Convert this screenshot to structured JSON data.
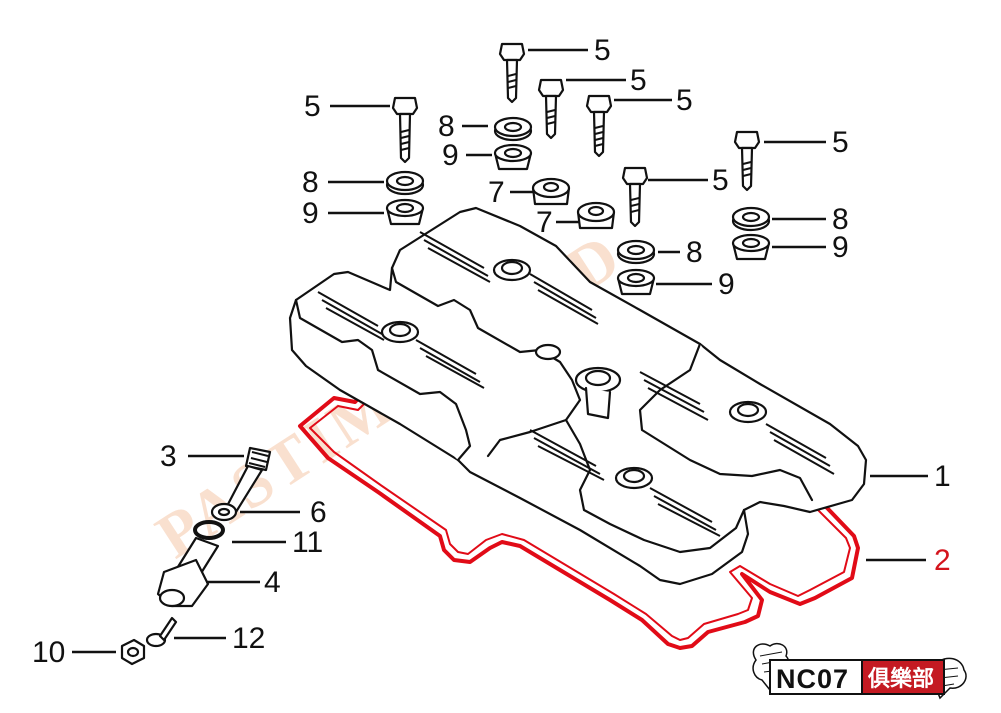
{
  "diagram": {
    "watermark_text": "PASTIME ROAD",
    "colors": {
      "ink": "#111111",
      "gasket": "#e10b17",
      "label_highlight": "#d4141c",
      "watermark": "#f5c7a8",
      "logo_bg": "#c41a22"
    },
    "callouts": [
      {
        "id": "c1",
        "text": "1"
      },
      {
        "id": "c2",
        "text": "2"
      },
      {
        "id": "c3",
        "text": "3"
      },
      {
        "id": "c4",
        "text": "4"
      },
      {
        "id": "c5a",
        "text": "5"
      },
      {
        "id": "c5b",
        "text": "5"
      },
      {
        "id": "c5c",
        "text": "5"
      },
      {
        "id": "c5d",
        "text": "5"
      },
      {
        "id": "c5e",
        "text": "5"
      },
      {
        "id": "c5f",
        "text": "5"
      },
      {
        "id": "c6",
        "text": "6"
      },
      {
        "id": "c7a",
        "text": "7"
      },
      {
        "id": "c7b",
        "text": "7"
      },
      {
        "id": "c8a",
        "text": "8"
      },
      {
        "id": "c8b",
        "text": "8"
      },
      {
        "id": "c8c",
        "text": "8"
      },
      {
        "id": "c8d",
        "text": "8"
      },
      {
        "id": "c9a",
        "text": "9"
      },
      {
        "id": "c9b",
        "text": "9"
      },
      {
        "id": "c9c",
        "text": "9"
      },
      {
        "id": "c9d",
        "text": "9"
      },
      {
        "id": "c10",
        "text": "10"
      },
      {
        "id": "c11",
        "text": "11"
      },
      {
        "id": "c12",
        "text": "12"
      }
    ],
    "logo": {
      "model": "NC07",
      "club_name": "俱樂部"
    }
  }
}
